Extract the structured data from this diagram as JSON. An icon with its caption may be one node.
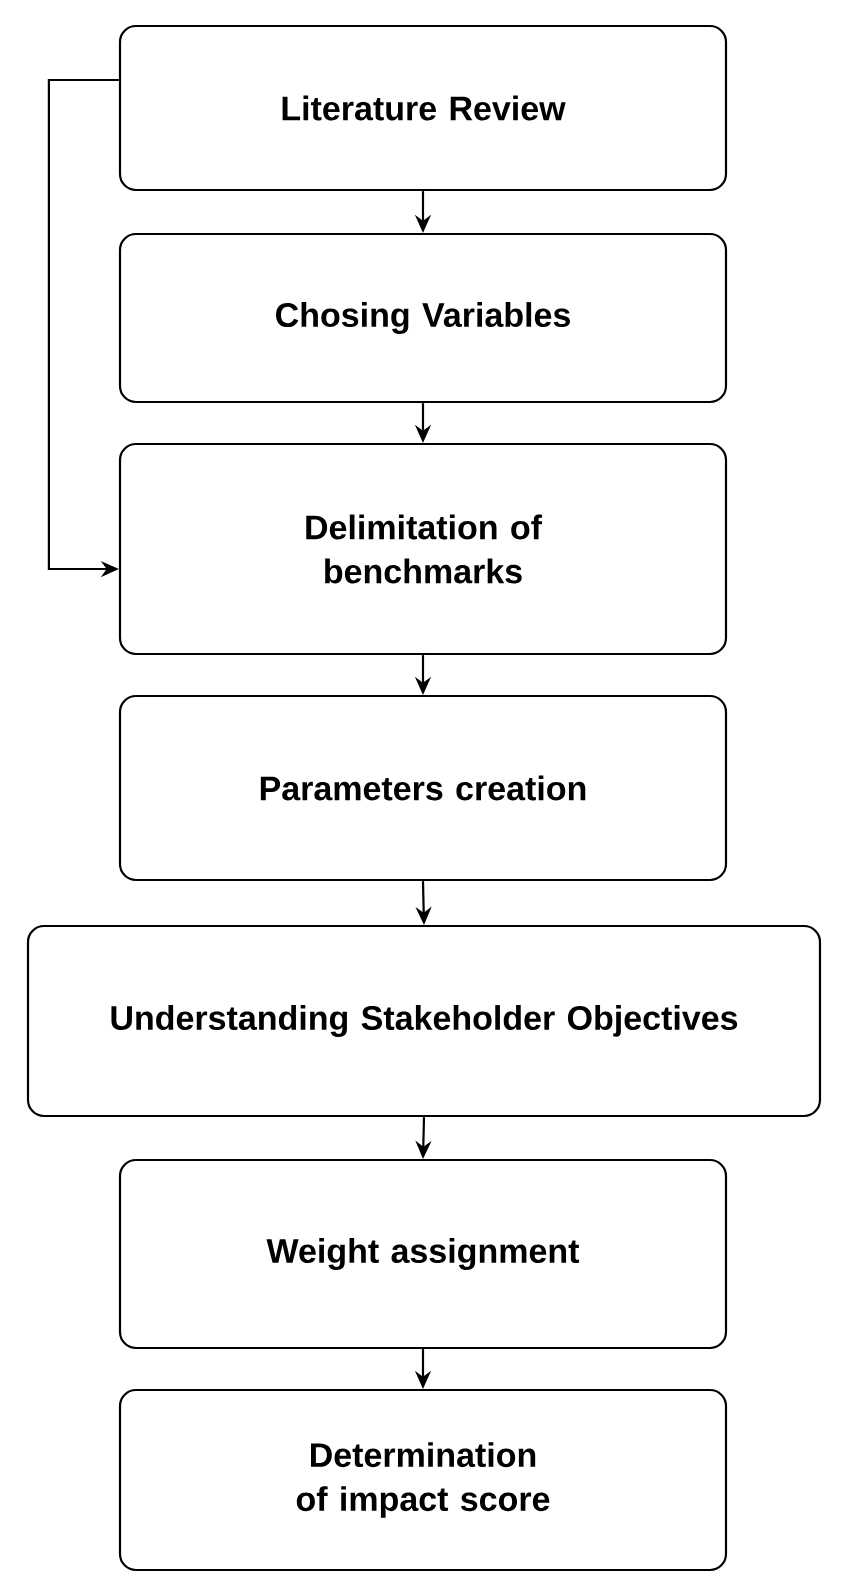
{
  "diagram": {
    "nodes": [
      {
        "text": [
          "Literature Review"
        ]
      },
      {
        "text": [
          "Chosing Variables"
        ]
      },
      {
        "text": [
          "Delimitation of benchmarks"
        ]
      },
      {
        "text": [
          "Parameters creation"
        ]
      },
      {
        "text": [
          "Understanding Stakeholder Objectives"
        ]
      },
      {
        "text": [
          "Weight assignment"
        ]
      },
      {
        "text": [
          "Determination of impact score"
        ]
      }
    ],
    "edges": [
      {
        "from": 0,
        "to": 1,
        "arrow": "to"
      },
      {
        "from": 1,
        "to": 2,
        "arrow": "to"
      },
      {
        "from": 0,
        "to": 2,
        "arrow": "to"
      },
      {
        "from": 2,
        "to": 3,
        "arrow": "to"
      },
      {
        "from": 3,
        "to": 4,
        "arrow": "to"
      },
      {
        "from": 4,
        "to": 5,
        "arrow": "to"
      },
      {
        "from": 5,
        "to": 6,
        "arrow": "to"
      }
    ]
  }
}
